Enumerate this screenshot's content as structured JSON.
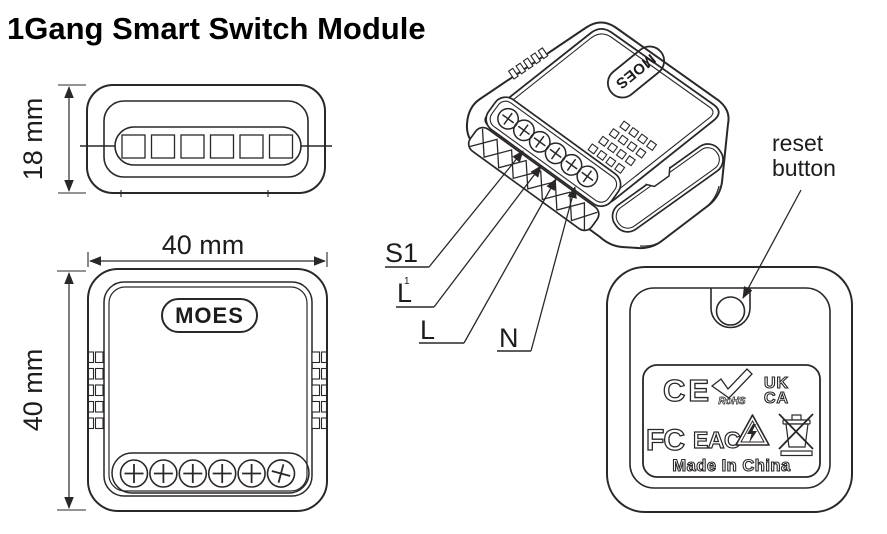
{
  "title": "1Gang Smart Switch Module",
  "side_view": {
    "height_dim": "18 mm"
  },
  "front_view": {
    "width_dim": "40 mm",
    "height_dim": "40 mm",
    "logo": "MOES"
  },
  "iso_view": {
    "logo": "MOES",
    "terminal_labels": {
      "t1": "S1",
      "t2": "L",
      "t2_sup": "1",
      "t3": "L",
      "t4": "N"
    }
  },
  "back_view": {
    "reset_callout_line1": "reset",
    "reset_callout_line2": "button",
    "certifications": {
      "ce": "CE",
      "rohs": "RoHS",
      "ukca_top": "UK",
      "ukca_bottom": "CA",
      "fcc": "FC",
      "eac": "EAC"
    },
    "made_in": "Made In China"
  }
}
